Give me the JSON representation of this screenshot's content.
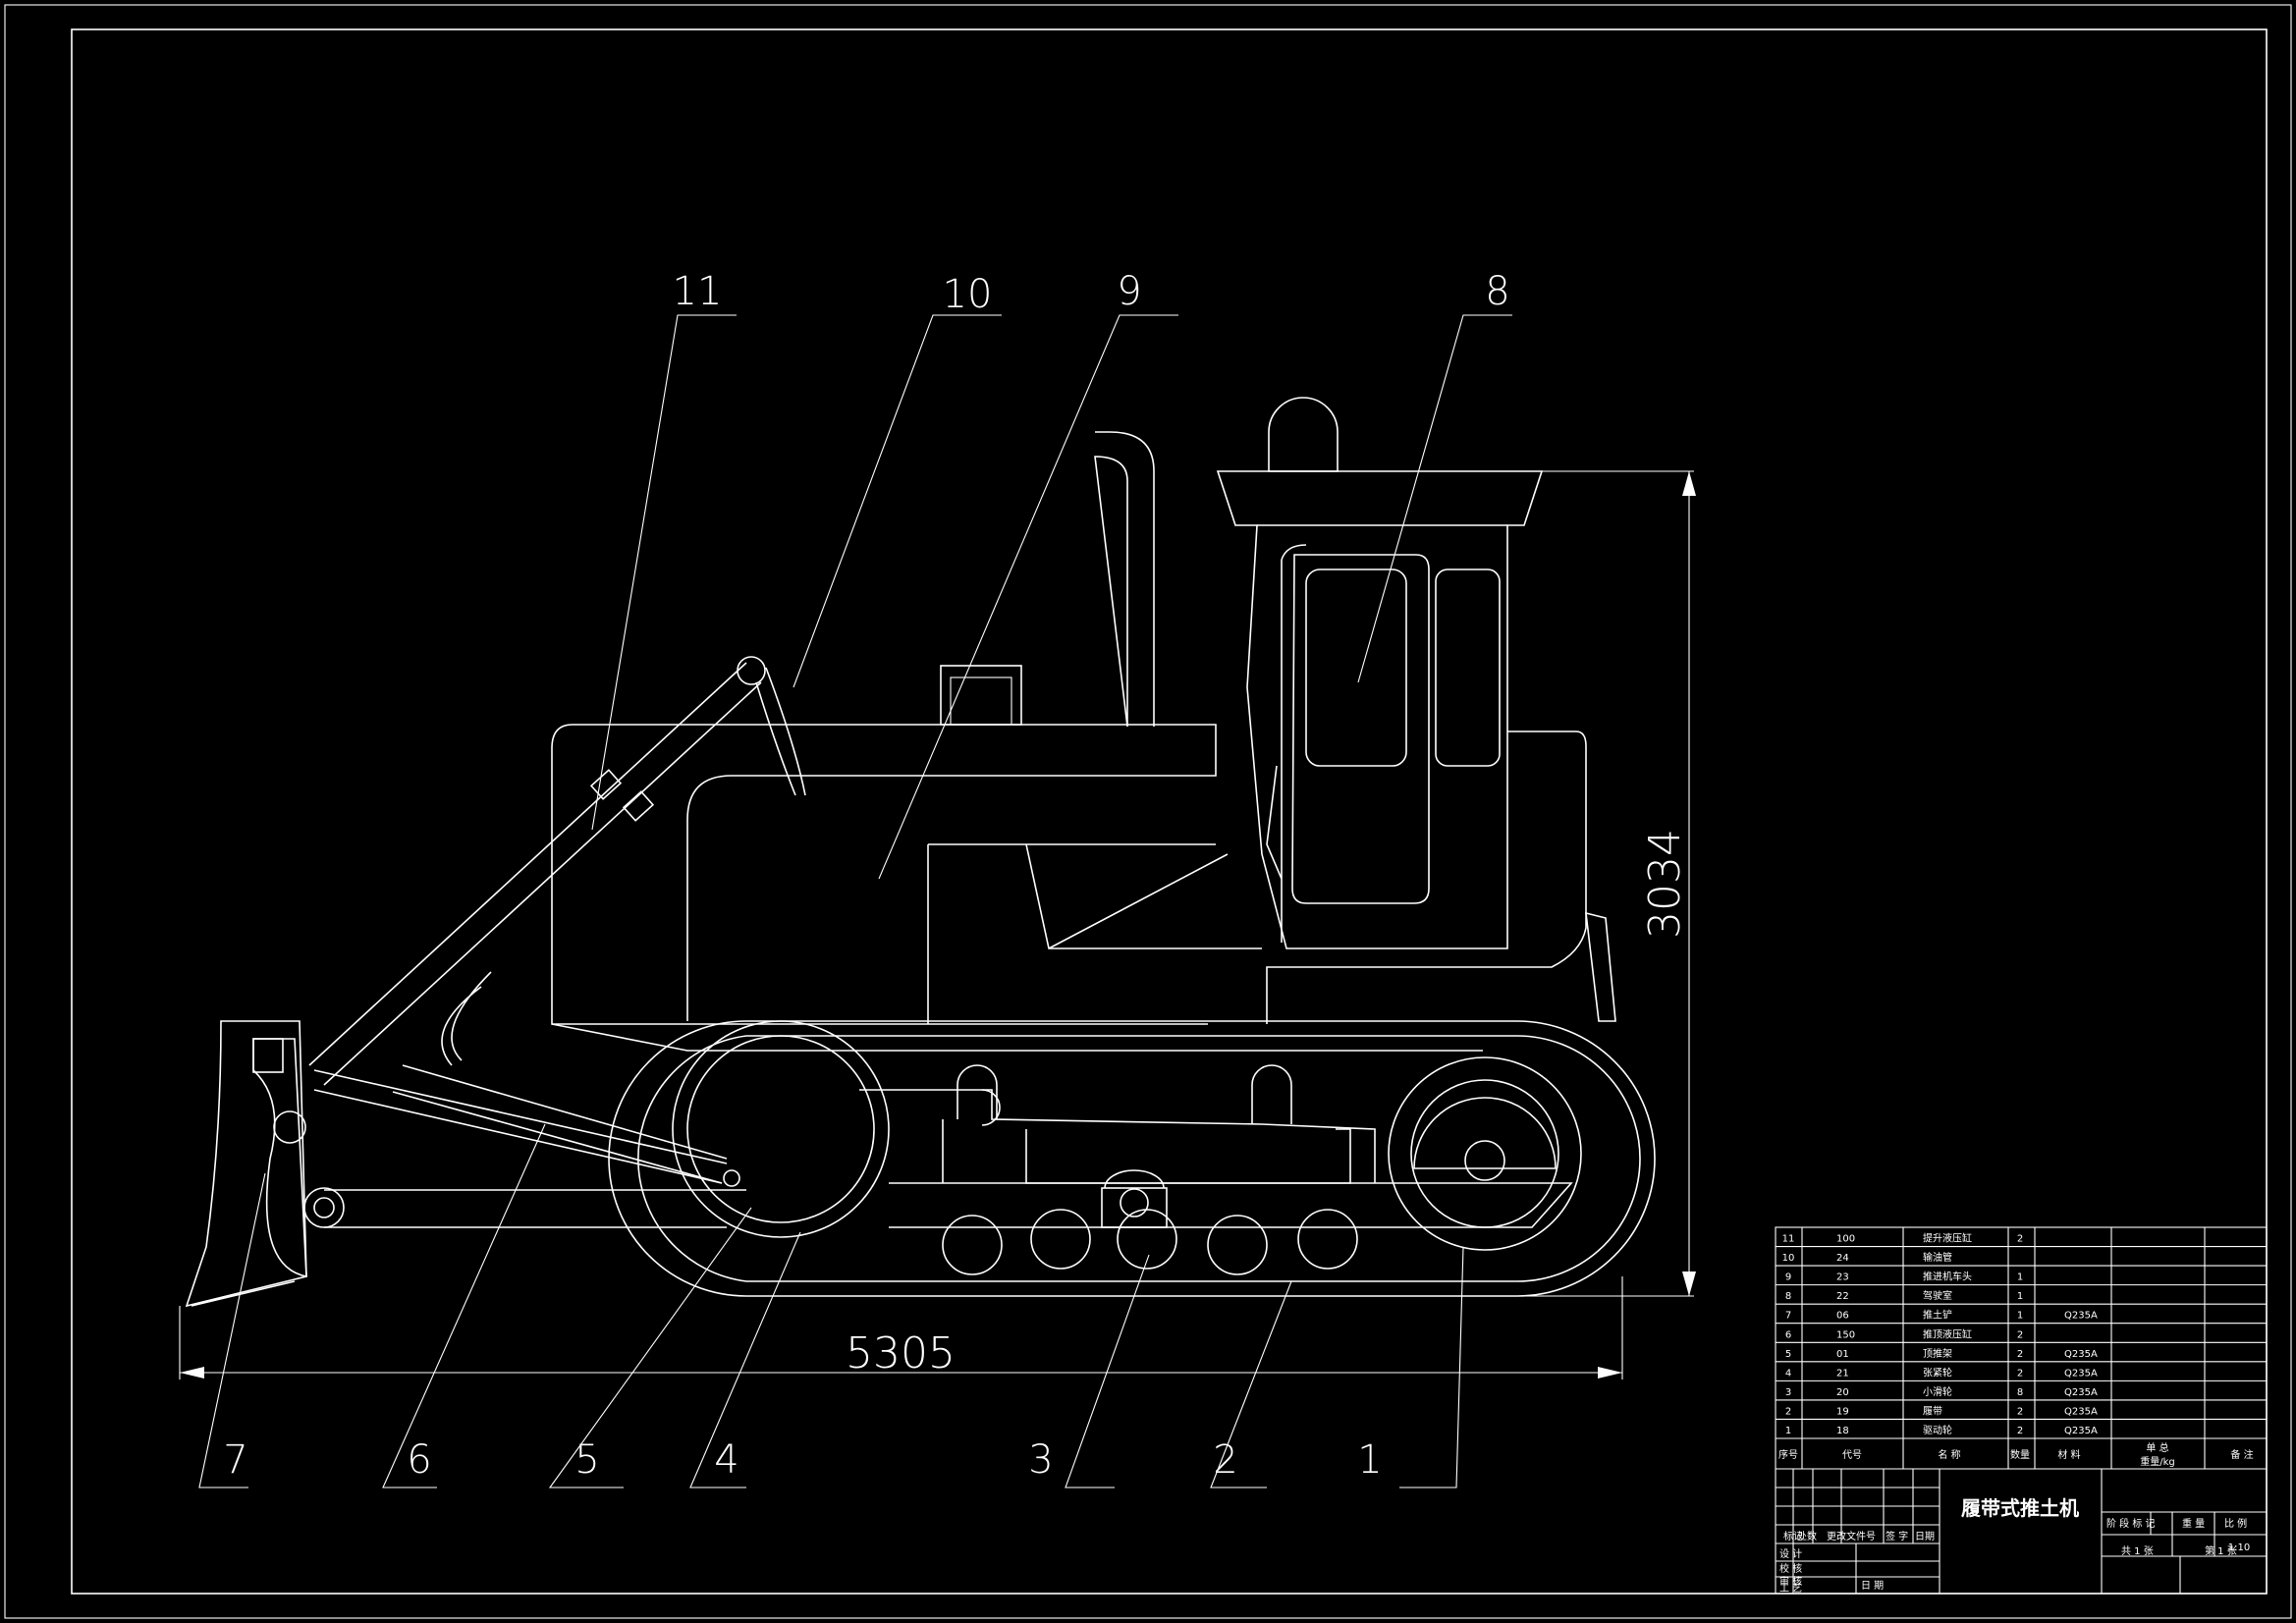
{
  "title_block": {
    "drawing_title": "履带式推土机",
    "scale": "1:10",
    "headers": {
      "seq": "序号",
      "code": "代号",
      "name": "名 称",
      "qty": "数量",
      "material": "材 料",
      "unit_total": "单 总",
      "weight": "重量/kg",
      "remark": "备 注"
    },
    "parts": [
      {
        "seq": "11",
        "code": "100",
        "name": "提升液压缸",
        "qty": "2",
        "material": ""
      },
      {
        "seq": "10",
        "code": "24",
        "name": "输油管",
        "qty": "",
        "material": ""
      },
      {
        "seq": "9",
        "code": "23",
        "name": "推进机车头",
        "qty": "1",
        "material": ""
      },
      {
        "seq": "8",
        "code": "22",
        "name": "驾驶室",
        "qty": "1",
        "material": ""
      },
      {
        "seq": "7",
        "code": "06",
        "name": "推土铲",
        "qty": "1",
        "material": "Q235A"
      },
      {
        "seq": "6",
        "code": "150",
        "name": "推顶液压缸",
        "qty": "2",
        "material": ""
      },
      {
        "seq": "5",
        "code": "01",
        "name": "顶推架",
        "qty": "2",
        "material": "Q235A"
      },
      {
        "seq": "4",
        "code": "21",
        "name": "张紧轮",
        "qty": "2",
        "material": "Q235A"
      },
      {
        "seq": "3",
        "code": "20",
        "name": "小滑轮",
        "qty": "8",
        "material": "Q235A"
      },
      {
        "seq": "2",
        "code": "19",
        "name": "履带",
        "qty": "2",
        "material": "Q235A"
      },
      {
        "seq": "1",
        "code": "18",
        "name": "驱动轮",
        "qty": "2",
        "material": "Q235A"
      }
    ],
    "revision_headers": {
      "mark": "标记",
      "count": "处数",
      "doc": "更改文件号",
      "sign": "签 字",
      "date": "日期"
    },
    "roles": [
      "设 计",
      "校 核",
      "审 核",
      "工 艺"
    ],
    "role_date": "日 期",
    "stage_headers": {
      "stage": "阶 段 标 记",
      "weight": "重 量",
      "scale": "比 例"
    },
    "sheets": {
      "total": "共 1 张",
      "current": "第 1 张"
    }
  },
  "dimensions": {
    "length": "5305",
    "height": "3034"
  },
  "callouts": [
    "1",
    "2",
    "3",
    "4",
    "5",
    "6",
    "7",
    "8",
    "9",
    "10",
    "11"
  ]
}
